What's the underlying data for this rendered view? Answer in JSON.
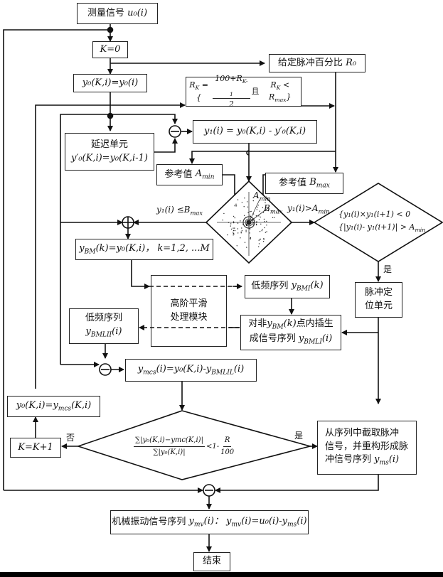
{
  "diagram": {
    "nodes": {
      "start": {
        "prefix": "测量信号",
        "math": "u₀(i)"
      },
      "k_init": {
        "math": "K=0"
      },
      "pulse_percent": {
        "prefix": "给定脉冲百分比",
        "math": "R₀"
      },
      "y0_init": {
        "math": "y₀(K,i)=y₀(i)"
      },
      "rk_formula": {
        "lhs": "R",
        "lhs_sub": "K",
        "num": "100+R",
        "num_sub": "K-1",
        "den": "2",
        "cond_cn": "且",
        "cond": "R",
        "cond_sub": "K",
        "lt": "<",
        "rmax": "R",
        "rmax_sub": "max"
      },
      "delay_unit": {
        "title": "延迟单元",
        "math": "y′₀(K,i)=y₀(K,i-1)"
      },
      "y1_formula": {
        "math": "y₁(i) = y₀(K,i) - y′₀(K,i)"
      },
      "ref_amin": {
        "prefix": "参考值",
        "math": "A",
        "sub": "min"
      },
      "ref_bmax": {
        "prefix": "参考值",
        "math": "B",
        "sub": "max"
      },
      "scatter_decision": {
        "label_a": "A",
        "label_a_sub": "min",
        "label_b": "B",
        "label_b_sub": "max"
      },
      "pulse_condition": {
        "line1": "y₁(i)×y₁(i+1) < 0",
        "line2": "|y₁(i)- y₁(i+1)| > A",
        "line2_sub": "min"
      },
      "ybm_seq": {
        "math": "y",
        "sub": "BM",
        "rest": "(k)=y₀(K,i)， k=1,2, ...M"
      },
      "lowfreq_k": {
        "prefix": "低频序列",
        "math": "y",
        "sub": "BMI",
        "rest": "(k)"
      },
      "smoothing": {
        "line1": "高阶平滑",
        "line2": "处理模块"
      },
      "interp": {
        "line1_a": "对非",
        "line1_math": "y",
        "line1_sub": "BM",
        "line1_rest": "(k)",
        "line1_b": "点内插生",
        "line2_a": "成信号序列",
        "line2_math": "y",
        "line2_sub": "BMLI",
        "line2_rest": "(i)"
      },
      "pulse_locate": {
        "line1": "脉冲定",
        "line2": "位单元"
      },
      "lowfreq_i": {
        "line1": "低频序列",
        "math": "y",
        "sub": "BMLII",
        "rest": "(i)"
      },
      "ymcs": {
        "math": "y",
        "sub": "mcs",
        "rest": "(i)=y₀(K,i)-y",
        "sub2": "BMLIL",
        "rest2": "(i)"
      },
      "y0_update": {
        "math": "y₀(K,i)=y",
        "sub": "mcs",
        "rest": "(K,i)"
      },
      "convergence": {
        "num": "∑|y₀(K,i)−ymc(K,i)|",
        "den": "∑|y₀(K,i)|",
        "rhs": "<1-",
        "rnum": "R",
        "rden": "100"
      },
      "k_increment": {
        "math": "K=K+1"
      },
      "extract_pulse": {
        "line1": "从序列中截取脉冲",
        "line2": "信号，并重构形成脉",
        "line3": "冲信号序列",
        "math": "y",
        "sub": "ms",
        "rest": "(i)"
      },
      "mech_vibration": {
        "prefix": "机械振动信号序列",
        "math": "y",
        "sub": "mv",
        "rest": "(i)： y",
        "sub2": "mv",
        "rest2": "(i)=u₀(i)-y",
        "sub3": "ms",
        "rest3": "(i)"
      },
      "end": {
        "label": "结束"
      }
    },
    "edge_labels": {
      "le_bmax": {
        "math": "y₁(i) ≤B",
        "sub": "max"
      },
      "gt_amin": {
        "math": "y₁(i)>A",
        "sub": "min"
      },
      "yes_pulse": "是",
      "yes_converge": "是",
      "no_converge": "否"
    },
    "operators": {
      "subtract": "−",
      "sum": "+"
    }
  }
}
